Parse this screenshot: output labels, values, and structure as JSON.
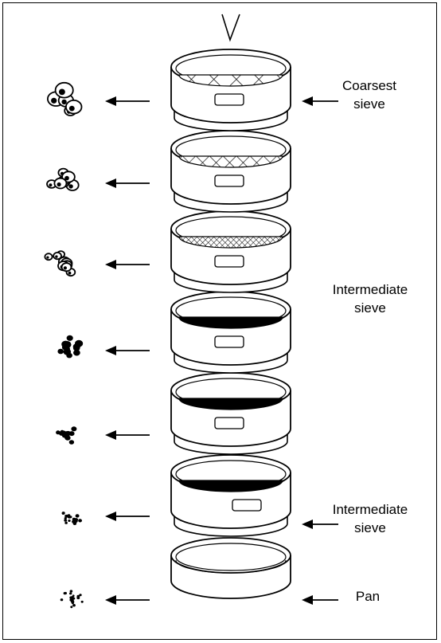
{
  "labels": {
    "coarsest": {
      "line1": "Coarsest",
      "line2": "sieve"
    },
    "intermediate_1": {
      "line1": "Intermediate",
      "line2": "sieve"
    },
    "intermediate_2": {
      "line1": "Intermediate",
      "line2": "sieve"
    },
    "pan": {
      "line1": "Pan"
    }
  },
  "sieves": [
    {
      "name": "sieve-1",
      "mesh": "coarse-cross"
    },
    {
      "name": "sieve-2",
      "mesh": "medium-cross"
    },
    {
      "name": "sieve-3",
      "mesh": "fine-cross"
    },
    {
      "name": "sieve-4",
      "mesh": "very-fine"
    },
    {
      "name": "sieve-5",
      "mesh": "very-fine"
    },
    {
      "name": "sieve-6",
      "mesh": "very-fine"
    },
    {
      "name": "pan",
      "mesh": "none"
    }
  ],
  "colors": {
    "ink": "#000000",
    "paper": "#ffffff"
  }
}
